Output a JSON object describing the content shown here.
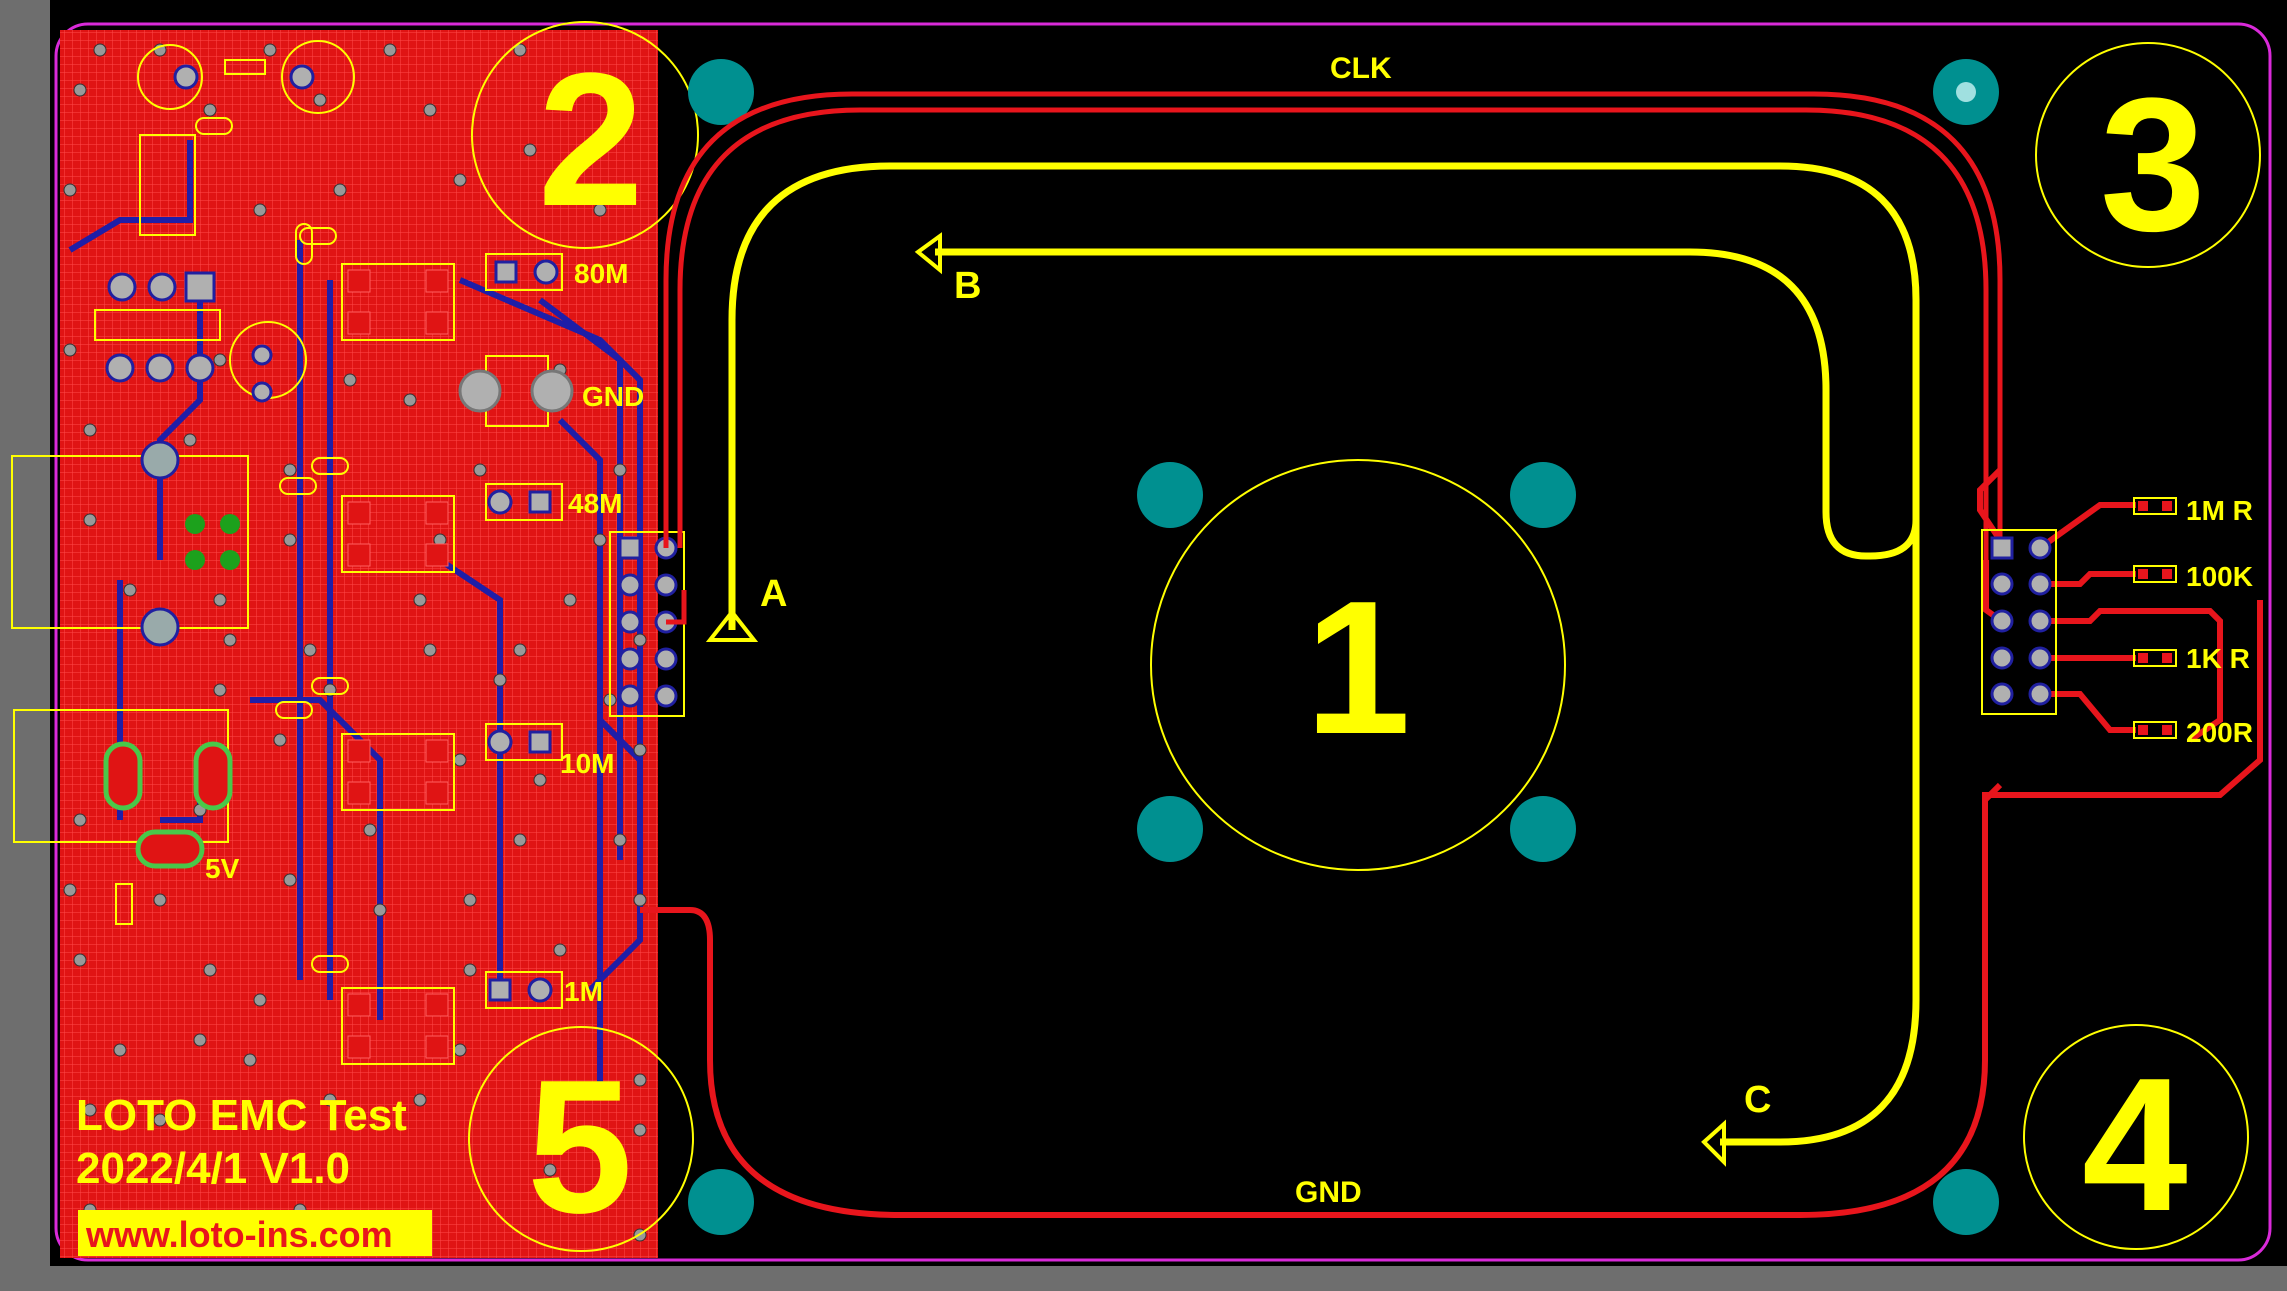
{
  "board": {
    "brand_line1": "LOTO EMC Test",
    "brand_line2": "2022/4/1 V1.0",
    "website": "www.loto-ins.com"
  },
  "zones": [
    "1",
    "2",
    "3",
    "4",
    "5"
  ],
  "net_labels": {
    "clk": "CLK",
    "gnd_bottom": "GND",
    "gnd_probe": "GND",
    "supply": "5V"
  },
  "loop_points": {
    "a": "A",
    "b": "B",
    "c": "C"
  },
  "frequencies": [
    "80M",
    "48M",
    "10M",
    "1M"
  ],
  "resistors": [
    "1M R",
    "100K",
    "1K R",
    "200R"
  ],
  "colors": {
    "board": "#000000",
    "copper": "#e8151c",
    "silkscreen": "#ffff00",
    "via": "#009090",
    "outline": "#d92ad9",
    "bottom_trace": "#1e1ea8"
  }
}
